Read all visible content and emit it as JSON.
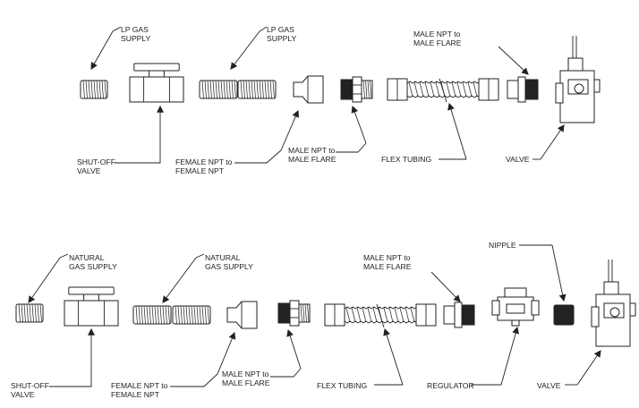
{
  "diagram": {
    "lp": {
      "supply_left": [
        "LP GAS",
        "SUPPLY"
      ],
      "supply_right": [
        "LP GAS",
        "SUPPLY"
      ],
      "shutoff": [
        "SHUT-OFF",
        "VALVE"
      ],
      "female": [
        "FEMALE NPT to",
        "FEMALE NPT"
      ],
      "male_flare": [
        "MALE NPT to",
        "MALE FLARE"
      ],
      "flex": "FLEX TUBING",
      "male_flare_top": [
        "MALE NPT to",
        "MALE FLARE"
      ],
      "valve": "VALVE"
    },
    "ng": {
      "supply_left": [
        "NATURAL",
        "GAS SUPPLY"
      ],
      "supply_right": [
        "NATURAL",
        "GAS SUPPLY"
      ],
      "shutoff": [
        "SHUT-OFF",
        "VALVE"
      ],
      "female": [
        "FEMALE NPT to",
        "FEMALE NPT"
      ],
      "male_flare": [
        "MALE NPT to",
        "MALE FLARE"
      ],
      "flex": "FLEX TUBING",
      "male_flare_top": [
        "MALE NPT to",
        "MALE FLARE"
      ],
      "nipple": "NIPPLE",
      "regulator": "REGULATOR",
      "valve": "VALVE"
    }
  }
}
